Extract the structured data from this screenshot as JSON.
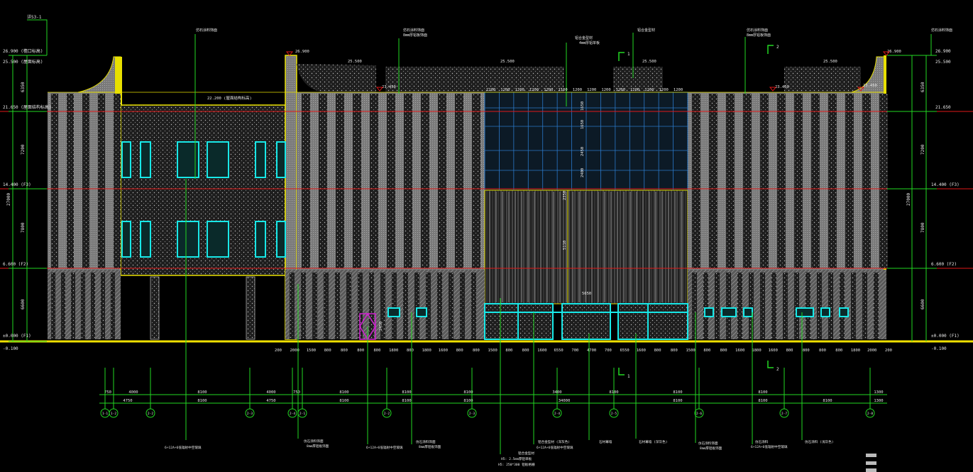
{
  "colors": {
    "background": "#000000",
    "dim_green": "#22d822",
    "level_red": "#e01818",
    "ground_yellow": "#f0e000",
    "outline_yellow": "#e8e000",
    "window_cyan": "#18e8e8",
    "glass_blue": "#2a78c8",
    "wall_grey": "#8c8c8c",
    "hatch_dark": "#2a2a2a",
    "door_magenta": "#d020d0",
    "text_white": "#e8e8e8"
  },
  "elevation_labels": {
    "top_parapet": "26.900",
    "top_parapet_note": "26.900 (檐口标高)",
    "roof_level": "25.500 (屋面标高)",
    "f4": "21.650 (屋面结构标高)",
    "f3": "14.400 (F3)",
    "f2": "6.600 (F2)",
    "f1": "±0.000 (F1)",
    "grade": "-0.100",
    "right_top": "26.900",
    "right_roof": "25.500",
    "right_f4": "21.650",
    "right_f3": "14.400 (F3)",
    "right_f2": "6.600 (F2)",
    "right_f1": "±0.000 (F1)",
    "right_grade": "-0.100",
    "left_mark": "详S3-1",
    "parapet_center": "25.500",
    "parapet_left": "26.900",
    "parapet_right": "26.900",
    "roof_tag_left": "23.450",
    "roof_tag_right": "23.450",
    "f4_mid": "22.200 (屋面结构标高)"
  },
  "vertical_dims_left": [
    "6350",
    "7200",
    "7800",
    "6600"
  ],
  "vertical_total_left": "27000",
  "vertical_dims_right": [
    "6350",
    "7200",
    "7800",
    "6600"
  ],
  "vertical_total_right": "27000",
  "glass_top_dims": [
    "1200",
    "1200",
    "1200",
    "1200",
    "1200",
    "1100",
    "1200",
    "1200",
    "1200",
    "1200",
    "1200",
    "1200",
    "1200",
    "1200"
  ],
  "glass_vert_dims": [
    "1650",
    "1650",
    "2450",
    "2400",
    "2350",
    "5110"
  ],
  "bottom_width_dims": [
    "200",
    "2000",
    "1500",
    "800",
    "800",
    "800",
    "800",
    "1800",
    "800",
    "1800",
    "1600",
    "800",
    "800",
    "1500",
    "800",
    "800",
    "1600",
    "6550",
    "700",
    "4700",
    "700",
    "6550",
    "1600",
    "800",
    "800",
    "1500",
    "800",
    "800",
    "1600",
    "1800",
    "1600",
    "800",
    "800",
    "800",
    "800",
    "1800",
    "2000",
    "200"
  ],
  "entrance_width": "5650",
  "grid_row1": [
    "750",
    "4000",
    "8100",
    "4000",
    "750",
    "8100",
    "8100",
    "8100",
    "3400",
    "8100",
    "8100",
    "8100",
    "1300"
  ],
  "grid_row2": [
    "4750",
    "8100",
    "4750",
    "8100",
    "8100",
    "8100",
    "34000",
    "8100",
    "8100",
    "8100",
    "1300"
  ],
  "axis_labels": [
    "1-1",
    "1-2",
    "2-2",
    "2-3",
    "2-4",
    "2-1",
    "2-2",
    "2-3",
    "2-4",
    "2-5",
    "2-6",
    "2-7",
    "2-8"
  ],
  "section_marks": [
    "1",
    "2",
    "1",
    "2"
  ],
  "leaders": {
    "top1": "仿石涂料饰面",
    "top2a": "仿石涂料饰面",
    "top2b": "8mm厚铝板饰面",
    "top3a": "铝合金型材",
    "top3b": "4mm厚铝单板",
    "top4": "铝合金型材",
    "top5a": "仿石涂料饰面",
    "top5b": "8mm厚铝板饰面",
    "top6": "仿石涂料饰面",
    "b1": "6+12A+6低辐射中空玻璃",
    "b2a": "仿石涂料饰面",
    "b2b": "8mm厚铝板饰面",
    "b3": "6+12A+6低辐射中空玻璃",
    "b4a": "仿石涂料饰面",
    "b4b": "8mm厚铝板饰面",
    "b5a": "铝合金型材",
    "b5b": "H5: 2.5mm厚铝单板",
    "b5c": "H5: 250*300 铝板格栅",
    "b6a": "铝合金型材 (深灰色)",
    "b6b": "6+12A+6低辐射中空玻璃",
    "b7": "石材幕墙",
    "b8": "石材幕墙 (深灰色)",
    "b9a": "仿石涂料饰面",
    "b9b": "8mm厚铝板饰面",
    "b10a": "仿石涂料",
    "b10b": "6+12A+6低辐射中空玻璃",
    "b11": "仿石涂料 (浅灰色)"
  }
}
